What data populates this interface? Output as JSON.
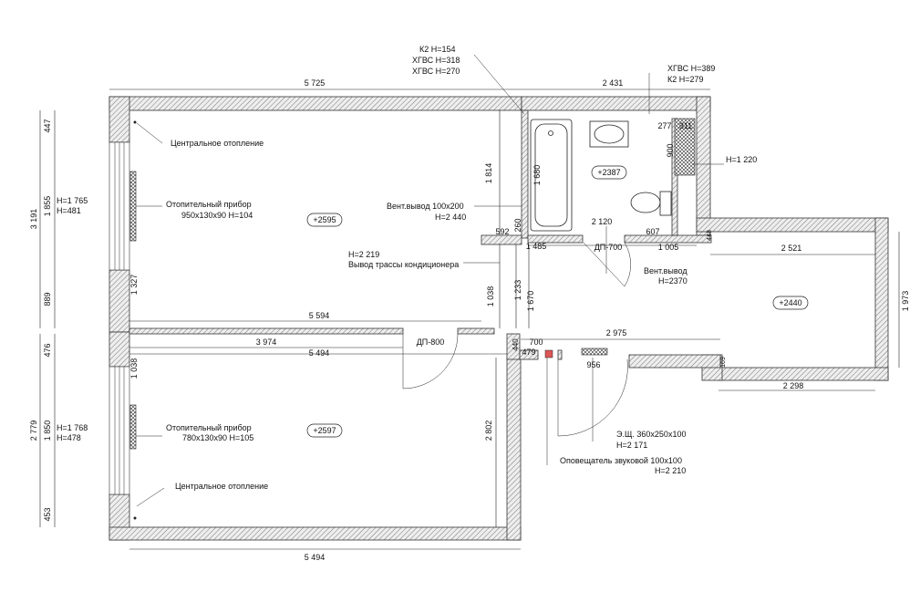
{
  "overall_dims": {
    "top_left": "5 725",
    "top_right": "2 431",
    "bottom": "5 494",
    "mid_inner_top": "5 594",
    "mid_inner_bottom": "5 494",
    "corridor_left": "3 974",
    "east_top": "2 521",
    "east_bottom": "2 298",
    "east_right": "1 973",
    "hall_top": "2 975"
  },
  "left_dims": {
    "room1_total": "3 191",
    "room1_a": "447",
    "room1_b": "1 855",
    "room1_c": "889",
    "room2_total": "2 779",
    "room2_a": "476",
    "room2_b": "1 850",
    "room2_c": "453",
    "inner_1327": "1 327",
    "inner_1038": "1 038"
  },
  "rooms": [
    {
      "label": "+2595"
    },
    {
      "label": "+2597"
    },
    {
      "label": "+2387"
    },
    {
      "label": "+2440"
    }
  ],
  "doors": {
    "dp800": "ДП-800",
    "dp700": "ДП-700"
  },
  "misc_dims": {
    "d1814": "1 814",
    "d1680": "1 680",
    "d592": "592",
    "d260": "260",
    "d1485": "1 485",
    "d2120": "2 120",
    "d607": "607",
    "d1005": "1 005",
    "d448": "448",
    "d1038b": "1 038",
    "d1233": "1 233",
    "d1670": "1 670",
    "d440": "440",
    "d700": "700",
    "d479": "479",
    "d956": "956",
    "d169": "169",
    "d2802": "2 802",
    "d277": "277",
    "d311": "311",
    "d900": "900"
  },
  "callouts": {
    "k2_154": "К2 Н=154",
    "hgvs_318": "ХГВС Н=318",
    "hgvs_270": "ХГВС Н=270",
    "hgvs_389": "ХГВС Н=389",
    "k2_279": "К2 Н=279",
    "h1220": "Н=1 220",
    "heating_top": "Центральное отопление",
    "heating_bottom": "Центральное отопление",
    "radiator1_title": "Отопительный прибор",
    "radiator1_spec": "950х130х90 Н=104",
    "radiator2_title": "Отопительный прибор",
    "radiator2_spec": "780х130х90 Н=105",
    "win1_h1": "Н=1 765",
    "win1_h2": "Н=481",
    "win2_h1": "Н=1 768",
    "win2_h2": "Н=478",
    "vent1": "Вент.вывод 100х200",
    "vent1_h": "Н=2 440",
    "aircon_h": "Н=2 219",
    "aircon": "Вывод трассы кондиционера",
    "vent2": "Вент.вывод",
    "vent2_h": "Н=2370",
    "panel": "Э.Щ. 360х250х100",
    "panel_h": "Н=2 171",
    "alarm": "Оповещатель звуковой 100х100",
    "alarm_h": "Н=2 210"
  }
}
